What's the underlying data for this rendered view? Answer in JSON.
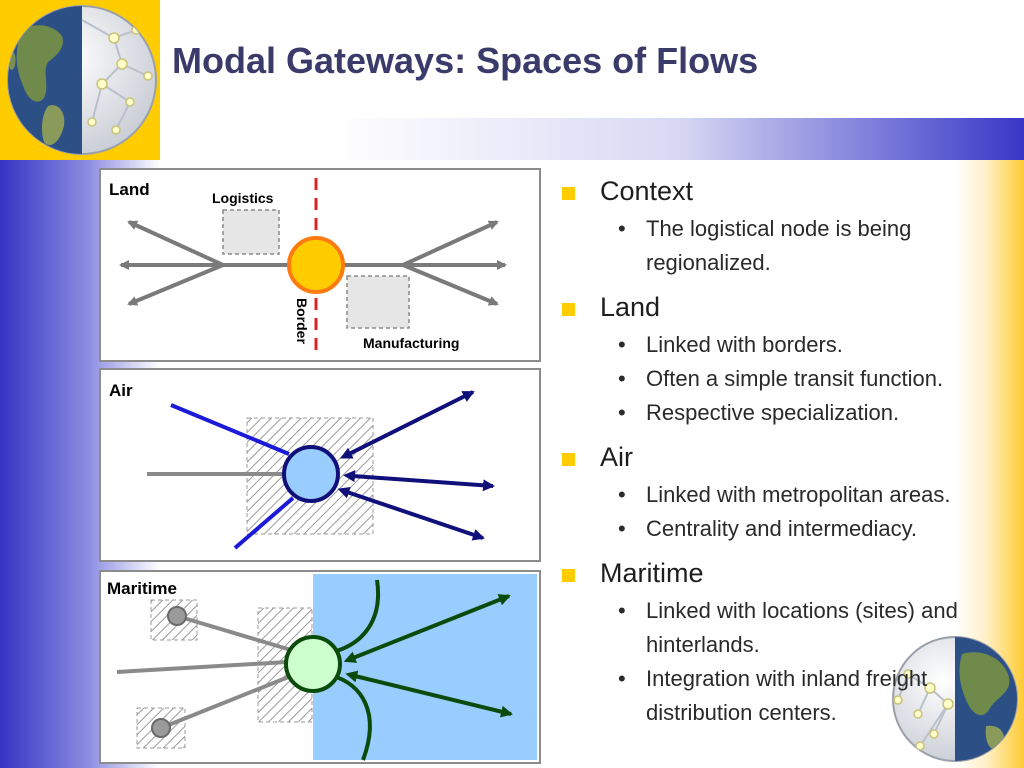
{
  "slide": {
    "title": "Modal Gateways: Spaces of Flows"
  },
  "diagram": {
    "land": {
      "panel_label": "Land",
      "logistics_label": "Logistics",
      "border_label": "Border",
      "manufacturing_label": "Manufacturing"
    },
    "air": {
      "panel_label": "Air"
    },
    "maritime": {
      "panel_label": "Maritime"
    }
  },
  "bullets": [
    {
      "heading": "Context",
      "items": [
        "The logistical node is being regionalized."
      ]
    },
    {
      "heading": "Land",
      "items": [
        "Linked with borders.",
        "Often a simple transit function.",
        "Respective specialization."
      ]
    },
    {
      "heading": "Air",
      "items": [
        "Linked with metropolitan areas.",
        "Centrality and intermediacy."
      ]
    },
    {
      "heading": "Maritime",
      "items": [
        "Linked with locations (sites) and hinterlands.",
        "Integration with inland freight distribution centers."
      ]
    }
  ],
  "colors": {
    "accent_yellow": "#ffcc00",
    "title_color": "#3b3b6b",
    "air_hub": "#99ccff",
    "maritime_hub": "#ccffcc",
    "water": "#99ccff"
  }
}
